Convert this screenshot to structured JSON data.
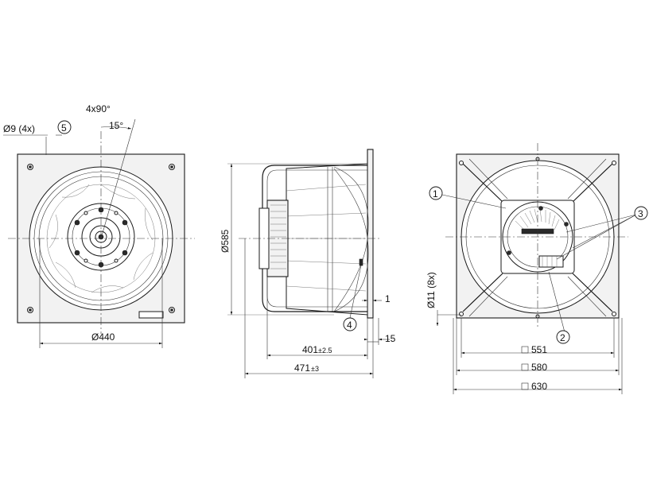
{
  "front_view": {
    "hole_label": "Ø9 (4x)",
    "position_label": "4x90°",
    "angle_label": "15°",
    "diameter_label": "Ø440",
    "balloon_5": "5"
  },
  "side_view": {
    "diameter_label": "Ø585",
    "dim_401": "401",
    "tol_401": "±2.5",
    "dim_471": "471",
    "tol_471": "±3",
    "dim_1": "1",
    "dim_15": "15",
    "balloon_4": "4"
  },
  "rear_view": {
    "balloon_1": "1",
    "balloon_2": "2",
    "balloon_3": "3",
    "hole_label": "Ø11 (8x)",
    "dim_551": "551",
    "dim_580": "580",
    "dim_630": "630"
  }
}
